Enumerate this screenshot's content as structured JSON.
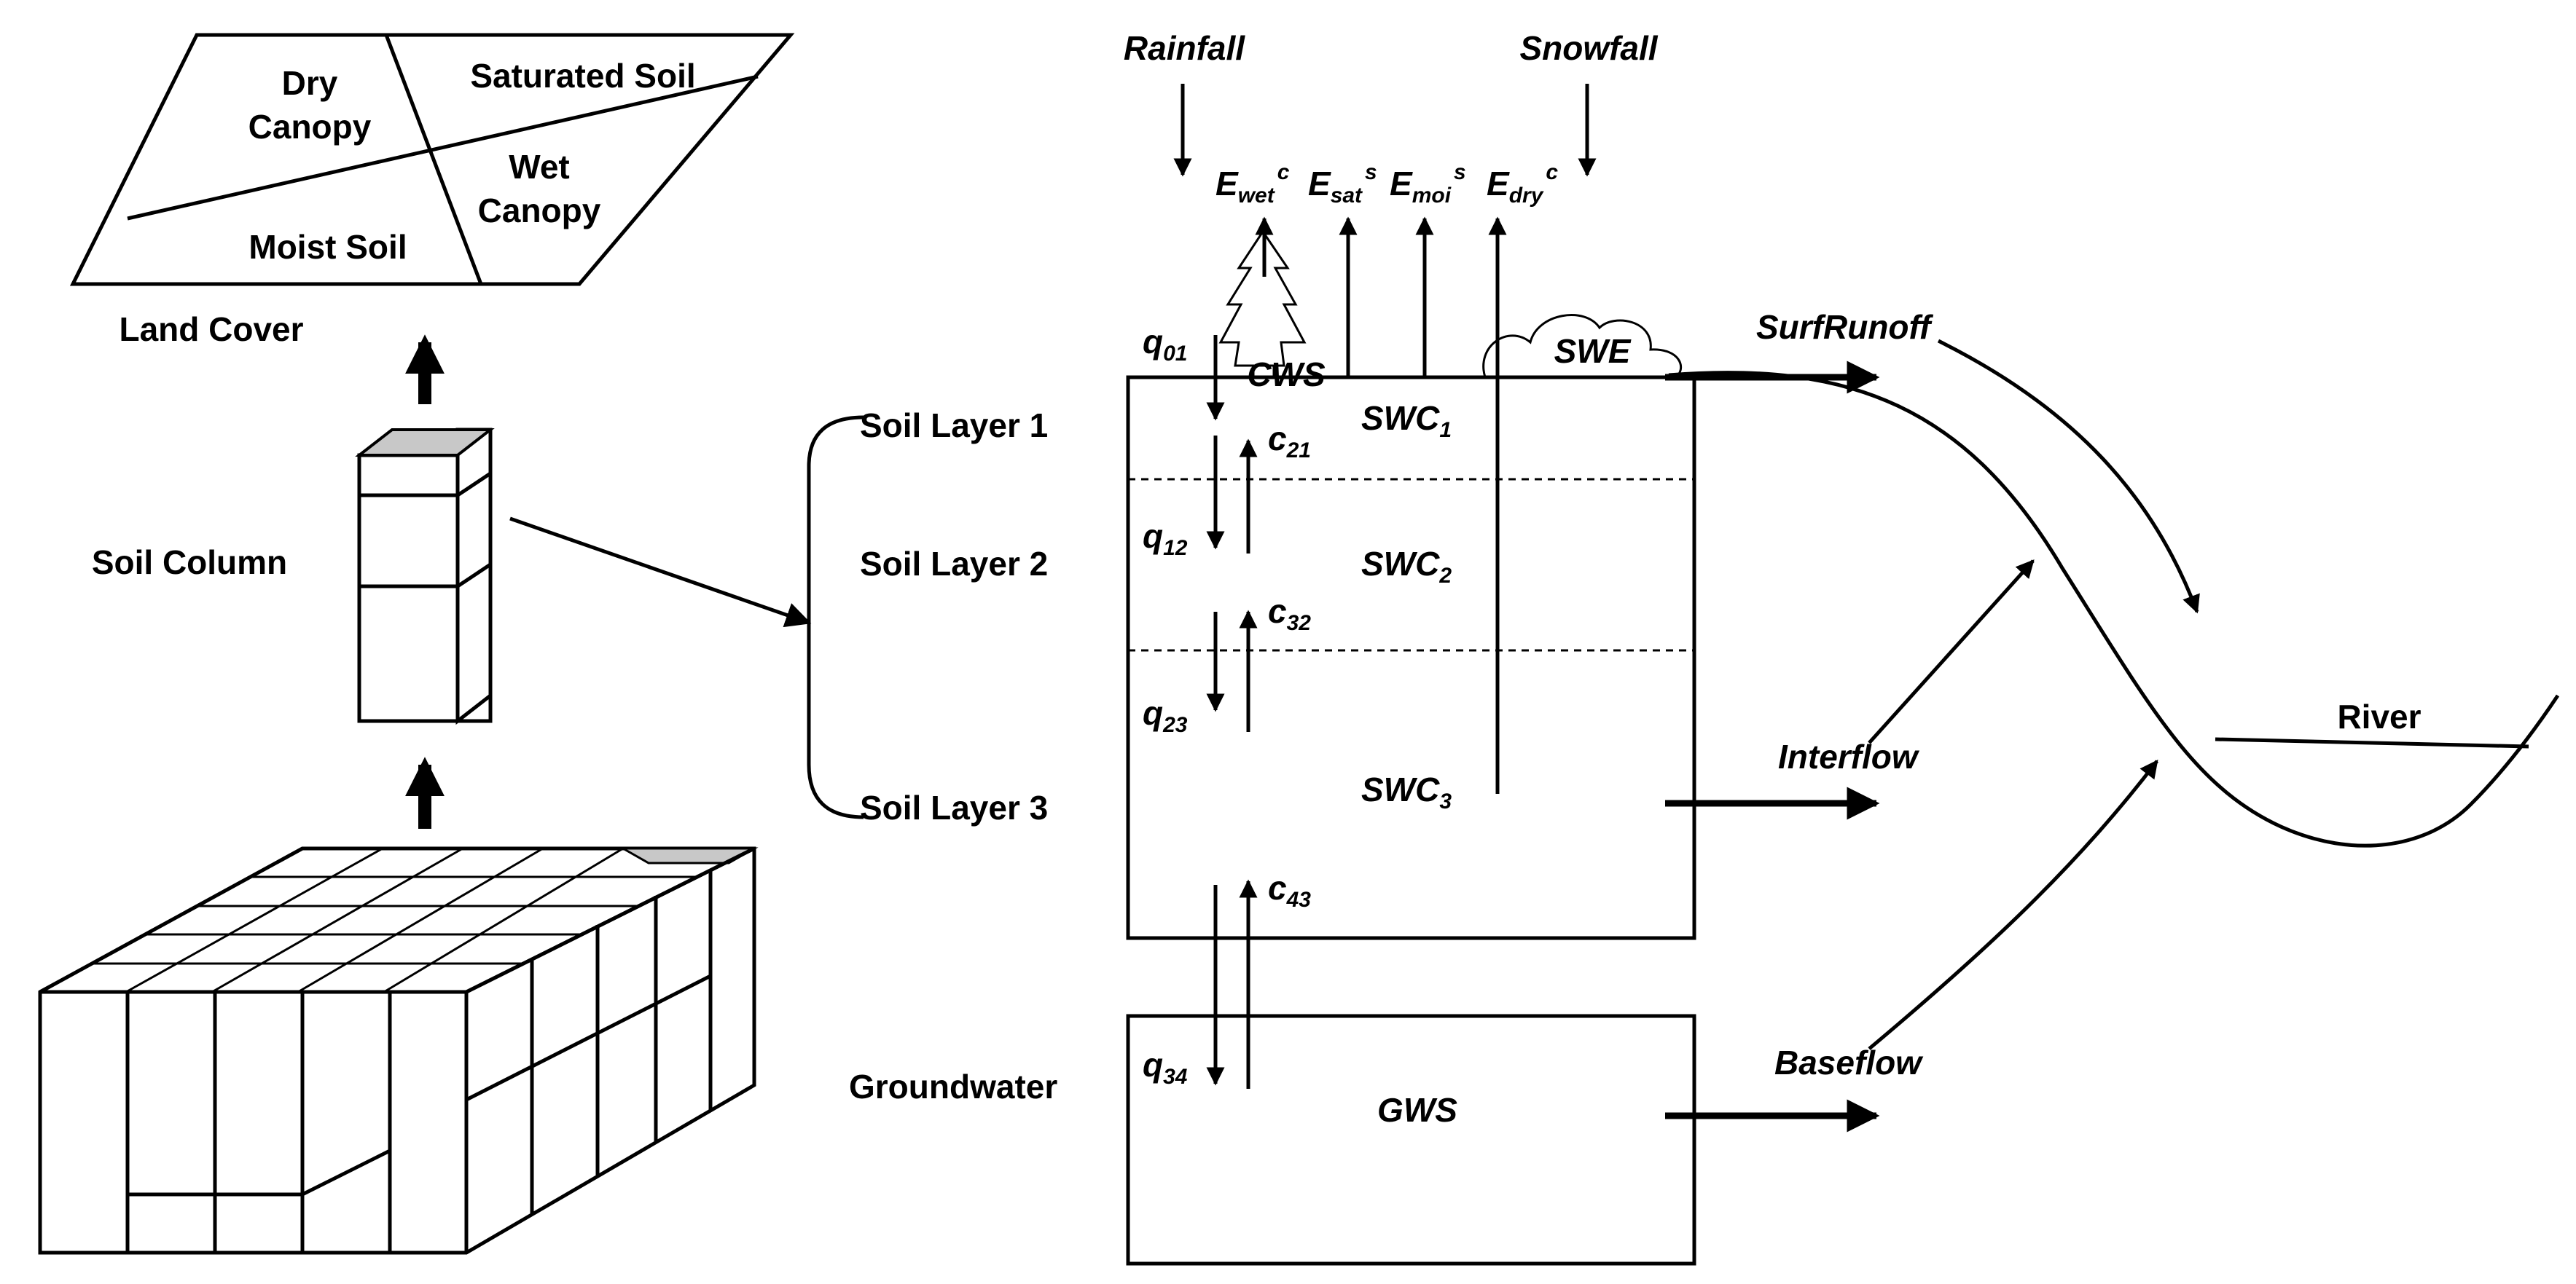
{
  "land_cover": {
    "title": "Land Cover",
    "dry_canopy_line1": "Dry",
    "dry_canopy_line2": "Canopy",
    "saturated_soil": "Saturated Soil",
    "wet_canopy_line1": "Wet",
    "wet_canopy_line2": "Canopy",
    "moist_soil": "Moist Soil"
  },
  "soil_column": {
    "title": "Soil Column"
  },
  "layers": {
    "layer1": "Soil Layer 1",
    "layer2": "Soil Layer 2",
    "layer3": "Soil Layer 3",
    "groundwater": "Groundwater"
  },
  "inputs": {
    "rainfall": "Rainfall",
    "snowfall": "Snowfall"
  },
  "evap": {
    "wet": {
      "base": "E",
      "sub": "wet",
      "sup": "c"
    },
    "sat": {
      "base": "E",
      "sub": "sat",
      "sup": "s"
    },
    "moi": {
      "base": "E",
      "sub": "moi",
      "sup": "s"
    },
    "dry": {
      "base": "E",
      "sub": "dry",
      "sup": "c"
    }
  },
  "stores": {
    "cws": "CWS",
    "swe": "SWE",
    "swc1": {
      "base": "SWC",
      "sub": "1"
    },
    "swc2": {
      "base": "SWC",
      "sub": "2"
    },
    "swc3": {
      "base": "SWC",
      "sub": "3"
    },
    "gws": "GWS"
  },
  "fluxes": {
    "q01": {
      "base": "q",
      "sub": "01"
    },
    "c21": {
      "base": "c",
      "sub": "21"
    },
    "q12": {
      "base": "q",
      "sub": "12"
    },
    "c32": {
      "base": "c",
      "sub": "32"
    },
    "q23": {
      "base": "q",
      "sub": "23"
    },
    "c43": {
      "base": "c",
      "sub": "43"
    },
    "q34": {
      "base": "q",
      "sub": "34"
    }
  },
  "outflows": {
    "surf_runoff": "SurfRunoff",
    "interflow": "Interflow",
    "baseflow": "Baseflow",
    "river": "River"
  }
}
